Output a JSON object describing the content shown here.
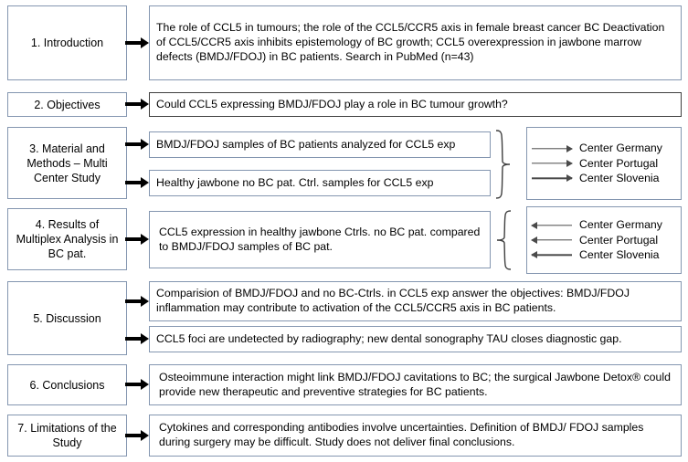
{
  "diagram": {
    "title": "CCL5 / BMDJ-FDOJ breast cancer study flowchart",
    "border_color": "#8496b0",
    "dark_border_color": "#3f3f3f",
    "arrow_color": "#000000",
    "thin_arrow_color": "#4a4a4a"
  },
  "sections": [
    {
      "id": "introduction",
      "stage_label": "1. Introduction",
      "contents": [
        "The role of CCL5 in tumours; the role of the CCL5/CCR5 axis in  female breast cancer BC Deactivation of CCL5/CCR5 axis inhibits epistemology of BC growth; CCL5 overexpression in jawbone marrow defects (BMDJ/FDOJ)  in BC patients.  Search in PubMed (n=43)"
      ]
    },
    {
      "id": "objectives",
      "stage_label": "2. Objectives",
      "contents": [
        "Could CCL5 expressing BMDJ/FDOJ play a role in BC tumour growth?"
      ]
    },
    {
      "id": "material-and-methods",
      "stage_label": "3. Material and Methods – Multi Center Study",
      "contents": [
        "BMDJ/FDOJ samples of BC patients analyzed for CCL5 exp",
        "Healthy jawbone no BC pat. Ctrl. samples for CCL5 exp"
      ]
    },
    {
      "id": "results",
      "stage_label": "4. Results of Multiplex Analysis in BC pat.",
      "contents": [
        "CCL5 expression in healthy jawbone Ctrls. no BC pat. compared to BMDJ/FDOJ samples of BC pat."
      ]
    },
    {
      "id": "discussion",
      "stage_label": "5. Discussion",
      "contents": [
        "Comparision of BMDJ/FDOJ and no BC-Ctrls. in CCL5 exp answer the objectives: BMDJ/FDOJ inflammation may contribute to activation of the CCL5/CCR5 axis in BC patients.",
        "CCL5 foci are undetected by radiography; new dental sonography TAU  closes diagnostic gap."
      ]
    },
    {
      "id": "conclusions",
      "stage_label": "6. Conclusions",
      "contents": [
        "Osteoimmune interaction might link BMDJ/FDOJ cavitations to BC; the surgical Jawbone Detox® could provide new therapeutic and preventive strategies for BC patients."
      ]
    },
    {
      "id": "limitations",
      "stage_label": "7. Limitations of the Study",
      "contents": [
        "Cytokines and corresponding antibodies involve uncertainties. Definition of BMDJ/ FDOJ samples during surgery may be difficult. Study does not deliver final conclusions."
      ]
    }
  ],
  "center_panels": [
    {
      "id": "centers-methods",
      "arrow_direction": "right",
      "items": [
        "Center Germany",
        "Center Portugal",
        "Center Slovenia"
      ]
    },
    {
      "id": "centers-results",
      "arrow_direction": "left",
      "items": [
        "Center Germany",
        "Center Portugal",
        "Center Slovenia"
      ]
    }
  ]
}
